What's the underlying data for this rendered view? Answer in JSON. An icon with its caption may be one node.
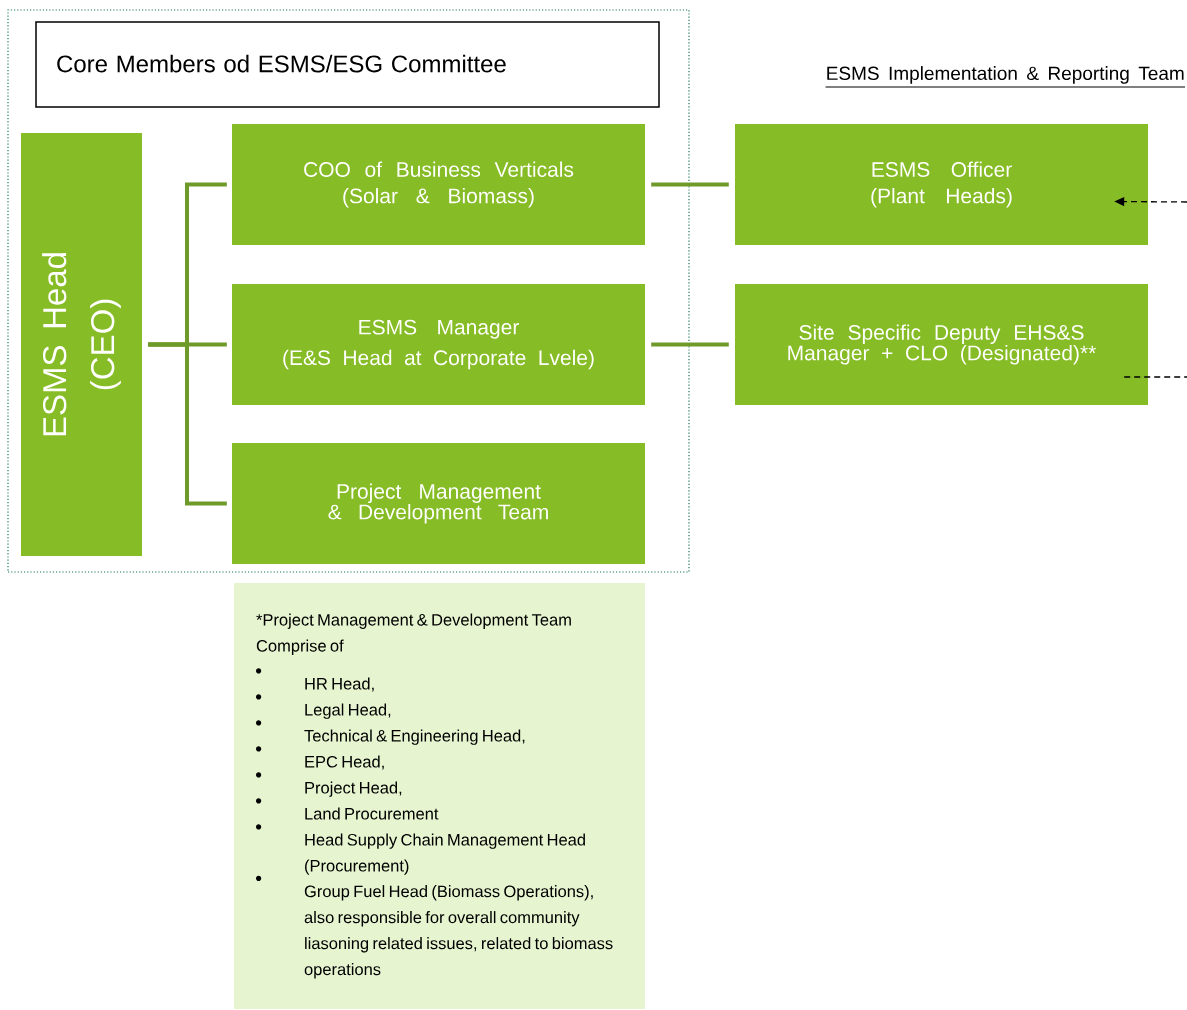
{
  "diagram": {
    "nodes": [
      {
        "text": [],
        "shape": "box"
      },
      {
        "text": [
          "Core Members od ESMS/ESG Committee"
        ],
        "in": 0
      },
      {
        "text": [
          "ESMS Head (CEO)"
        ],
        "in": 0
      },
      {
        "text": [
          "COO of Business Verticals",
          "(Solar & Biomass)"
        ],
        "in": 0
      },
      {
        "text": [
          "ESMS Manager",
          "(E&S Head at Corporate Lvele)"
        ],
        "in": 0
      },
      {
        "text": [
          "Project Management & Development Team"
        ],
        "in": 0
      },
      {
        "text": [
          "ESMS Officer",
          "(Plant Heads)"
        ]
      },
      {
        "text": [
          "Site Specific Deputy EHS&S Manager + CLO (Designated)**"
        ]
      },
      {
        "text": [
          "*Project Management & Development Team Comprise of",
          "HR Head,",
          "Legal Head,",
          "Technical & Engineering Head,",
          "EPC Head,",
          "Project Head,",
          "Land Procurement",
          "Head Supply Chain Management Head (Procurement)",
          "Group Fuel Head (Biomass Operations), also responsible for overall community liasoning related issues, related to biomass operations"
        ]
      }
    ],
    "edges": [
      {
        "from": 2,
        "to": 3,
        "arrow": "none"
      },
      {
        "from": 2,
        "to": 4,
        "arrow": "none"
      },
      {
        "from": 2,
        "to": 5,
        "arrow": "none"
      },
      {
        "from": 3,
        "to": 6,
        "arrow": "none"
      },
      {
        "from": 4,
        "to": 7,
        "arrow": "none"
      },
      {
        "from": null,
        "to": 6,
        "arrow": "to",
        "style": "dashed",
        "color": "#000000"
      },
      {
        "from": 7,
        "to": null,
        "arrow": "none",
        "style": "dashed",
        "color": "#000000"
      }
    ],
    "labels": [
      "ESMS Implementation & Reporting Team"
    ]
  }
}
